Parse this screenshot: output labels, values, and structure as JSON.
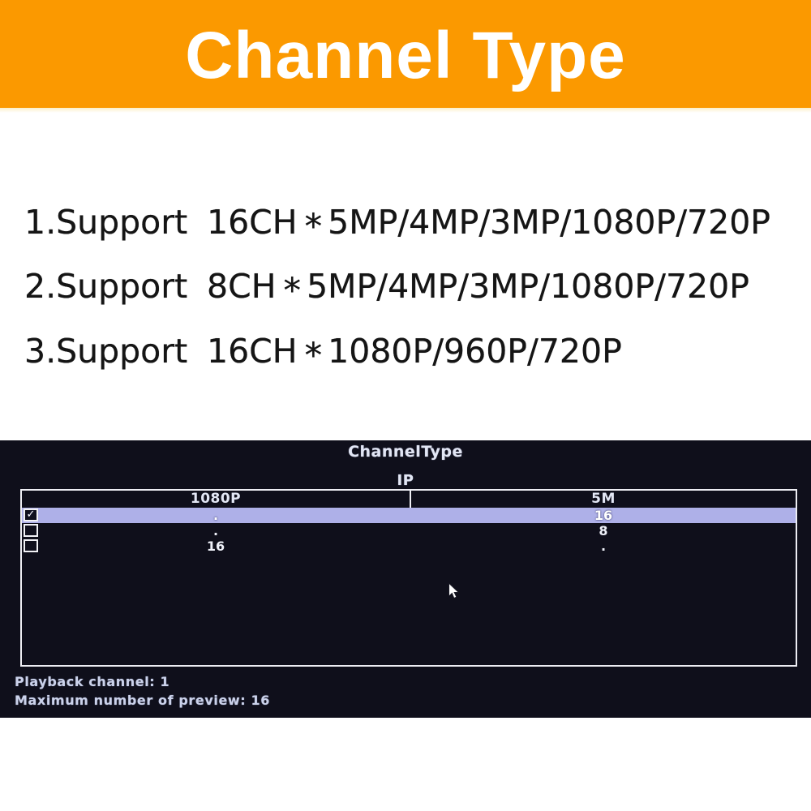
{
  "header": {
    "title": "Channel Type",
    "bg_color": "#FB9900",
    "text_color": "#FFFFFF"
  },
  "support_list": [
    {
      "prefix": "1.Support",
      "channels": "16CH",
      "star": "*",
      "resolutions": "5MP/4MP/3MP/1080P/720P"
    },
    {
      "prefix": "2.Support",
      "channels": "8CH",
      "star": "*",
      "resolutions": "5MP/4MP/3MP/1080P/720P"
    },
    {
      "prefix": "3.Support",
      "channels": "16CH",
      "star": "*",
      "resolutions": "1080P/960P/720P"
    }
  ],
  "dvr": {
    "title": "ChannelType",
    "ip_label": "IP",
    "table": {
      "columns": [
        "1080P",
        "5M"
      ],
      "rows": [
        {
          "check_glyph": "✓",
          "checked": true,
          "highlighted": true,
          "cells": [
            ".",
            "16"
          ]
        },
        {
          "check_glyph": "",
          "checked": false,
          "highlighted": false,
          "cells": [
            ".",
            "8"
          ]
        },
        {
          "check_glyph": "",
          "checked": false,
          "highlighted": false,
          "cells": [
            "16",
            "."
          ]
        }
      ]
    },
    "footer_lines": [
      "Playback channel: 1",
      "Maximum number of preview: 16"
    ],
    "colors": {
      "panel_bg": "#0F0F1B",
      "highlight_row": "#AEB0E8",
      "border": "#EDEDF3",
      "text": "#E2E6F4",
      "footer_text": "#CBD2EA"
    }
  }
}
